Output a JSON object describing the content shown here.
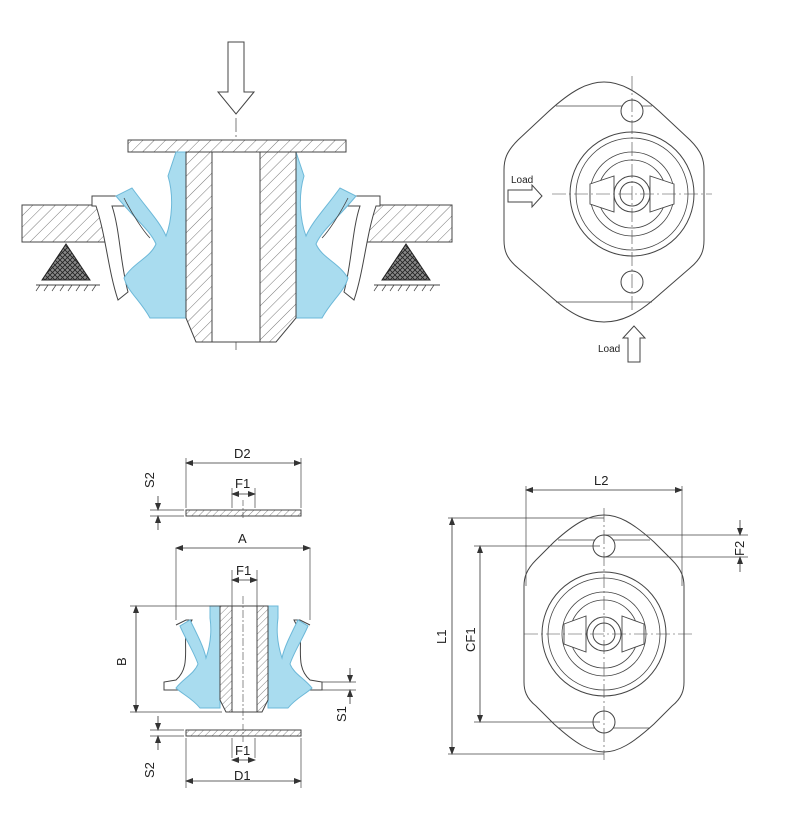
{
  "colors": {
    "line": "#444444",
    "hatch": "#555555",
    "rubber": "#a9dcef",
    "rubber_edge": "#6cb8d8",
    "support": "#333333",
    "background": "#ffffff"
  },
  "load_labels": {
    "side": "Load",
    "bottom": "Load"
  },
  "dimensions": {
    "d2": "D2",
    "f1_top": "F1",
    "s2_top": "S2",
    "a": "A",
    "f1_mid": "F1",
    "b": "B",
    "s1": "S1",
    "f1_bottom": "F1",
    "s2_bottom": "S2",
    "d1": "D1",
    "l2": "L2",
    "f2": "F2",
    "l1": "L1",
    "cf1": "CF1"
  }
}
